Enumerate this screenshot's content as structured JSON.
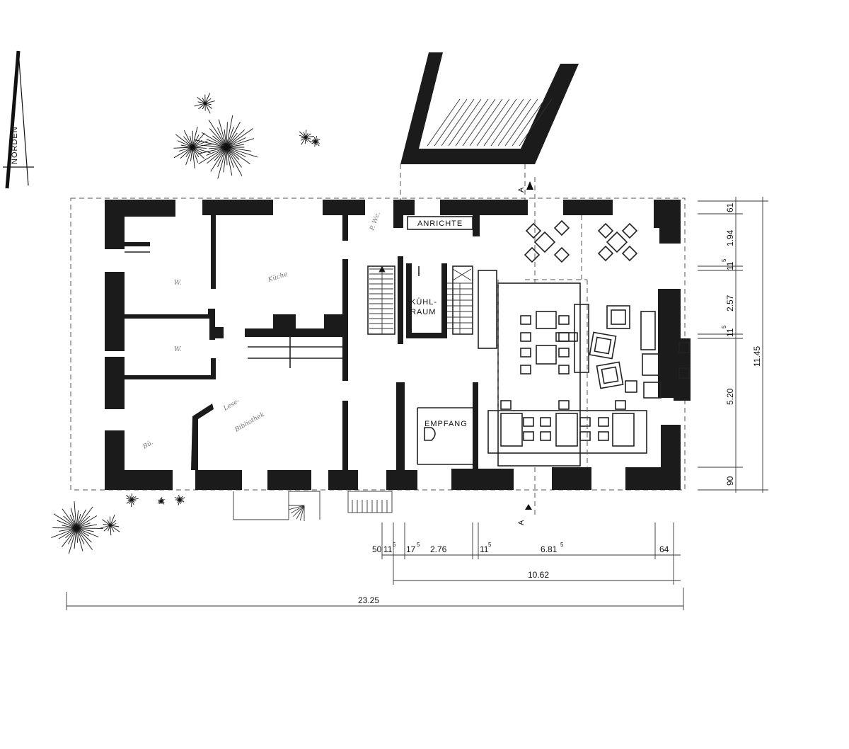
{
  "compass": {
    "label": "NORDEN"
  },
  "rooms": {
    "anrichte": "ANRICHTE",
    "kuehlraum_line1": "KÜHL-",
    "kuehlraum_line2": "RAUM",
    "empfang": "EMPFANG"
  },
  "section_marker": {
    "label": "A"
  },
  "scribbles": {
    "wc_upper": "W.",
    "wc_lower": "W.",
    "kueche": "Küche",
    "p_wc": "P. Wc.",
    "lounge": "Lese-",
    "lounge2": "Bibliothek",
    "office": "Bü."
  },
  "dimensions": {
    "bottom_row": {
      "d1": "50",
      "d2": "11",
      "d2s": "5",
      "d3": "17",
      "d3s": "5",
      "d4": "2.76",
      "d5": "11",
      "d5s": "5",
      "d6": "6.81",
      "d6s": "5",
      "d7": "64"
    },
    "bottom_mid": "10.62",
    "bottom_total": "23.25",
    "right_col": {
      "r1": "61",
      "r2": "1.94",
      "r3": "11",
      "r3s": "5",
      "r4": "2.57",
      "r5": "11",
      "r5s": "5",
      "r6": "5.20",
      "r7": "90"
    },
    "right_total": "11.45"
  }
}
